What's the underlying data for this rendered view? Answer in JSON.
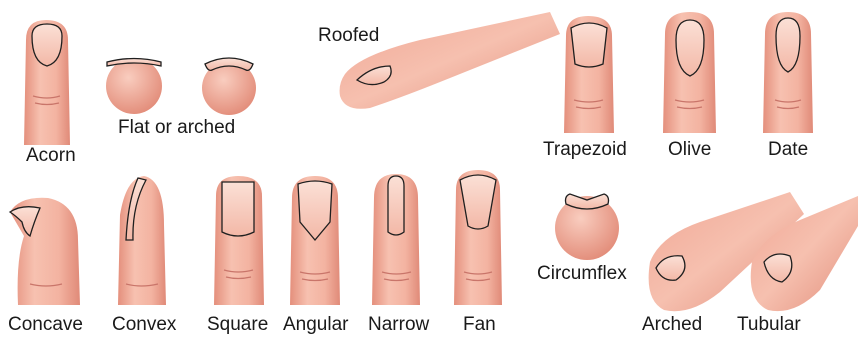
{
  "labels": {
    "acorn": "Acorn",
    "flat_or_arched": "Flat or arched",
    "roofed": "Roofed",
    "trapezoid": "Trapezoid",
    "olive": "Olive",
    "date": "Date",
    "concave": "Concave",
    "convex": "Convex",
    "square": "Square",
    "angular": "Angular",
    "narrow": "Narrow",
    "fan": "Fan",
    "circumflex": "Circumflex",
    "arched": "Arched",
    "tubular": "Tubular"
  },
  "colors": {
    "skin": "#f3b3a1",
    "skin_shadow": "#e48f7c",
    "nail": "#f8ccbe",
    "outline": "#1f1f1f",
    "crease": "#c9756a"
  }
}
